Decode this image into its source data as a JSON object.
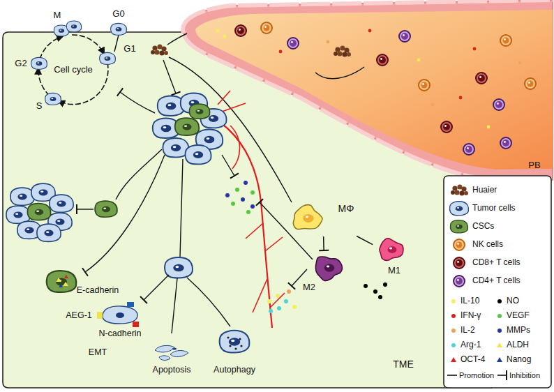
{
  "diagram": {
    "nodes": [
      {
        "text": [
          "TME"
        ]
      },
      {
        "text": [
          "MΦ"
        ],
        "in": 0
      },
      {
        "text": [
          "M1"
        ],
        "in": 0
      },
      {
        "text": [
          "M2"
        ],
        "in": 0
      },
      {
        "text": [
          "PB"
        ]
      }
    ],
    "edges": [
      {
        "from": 1,
        "to": 2,
        "arrow": "none"
      },
      {
        "from": 1,
        "to": 3,
        "arrow": "to"
      }
    ],
    "labels": [
      "M",
      "G0",
      "G1",
      "G2",
      "S",
      "Cell cycle",
      "E-cadherin",
      "AEG-1",
      "N-cadherin",
      "EMT",
      "Apoptosis",
      "Autophagy"
    ],
    "legend": [
      {
        "text": "Huaier"
      },
      {
        "text": "Tumor cells"
      },
      {
        "text": "CSCs"
      },
      {
        "text": "NK cells"
      },
      {
        "text": "CD8+ T cells"
      },
      {
        "text": "CD4+ T cells"
      },
      {
        "text": "IL-10",
        "color": "#f5ee5c"
      },
      {
        "text": "NO",
        "color": "#000000"
      },
      {
        "text": "IFN-γ",
        "color": "#d7261e"
      },
      {
        "text": "VEGF",
        "color": "#55c843"
      },
      {
        "text": "IL-2",
        "color": "#f0a35c"
      },
      {
        "text": "MMPs",
        "color": "#2233aa"
      },
      {
        "text": "Arg-1",
        "color": "#4fd1d9"
      },
      {
        "text": "ALDH",
        "color": "#f2e34c"
      },
      {
        "text": "OCT-4",
        "color": "#d7261e"
      },
      {
        "text": "Nanog",
        "color": "#1f3fa0"
      },
      {
        "text": "Promotion"
      },
      {
        "text": "Inhibition"
      }
    ]
  }
}
